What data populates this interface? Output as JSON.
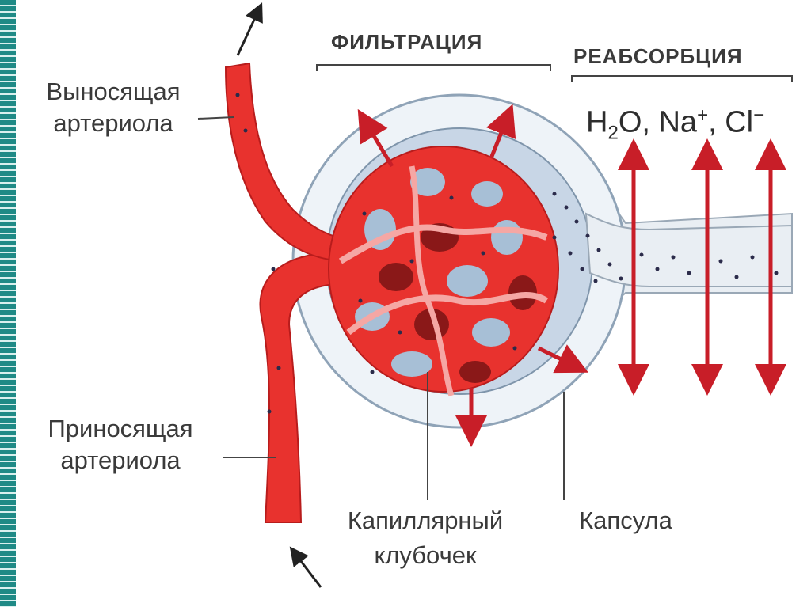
{
  "labels": {
    "efferent_line1": "Выносящая",
    "efferent_line2": "артериола",
    "afferent_line1": "Приносящая",
    "afferent_line2": "артериола",
    "glomerulus_line1": "Капиллярный",
    "glomerulus_line2": "клубочек",
    "capsule": "Капсула"
  },
  "headers": {
    "filtration": "ФИЛЬТРАЦИЯ",
    "reabsorption": "РЕАБСОРБЦИЯ"
  },
  "ions": {
    "h": "H",
    "h_sub": "2",
    "o": "O, Na",
    "na_sup": "+",
    "cl": ", Cl",
    "cl_sup": "−"
  },
  "colors": {
    "vessel": "#e8322e",
    "vessel_dark": "#b81c1c",
    "capsule_fill": "#eef3f8",
    "capsule_inner": "#c8d6e6",
    "arrow": "#c81e28",
    "teal_strip": "#1f8a86"
  }
}
